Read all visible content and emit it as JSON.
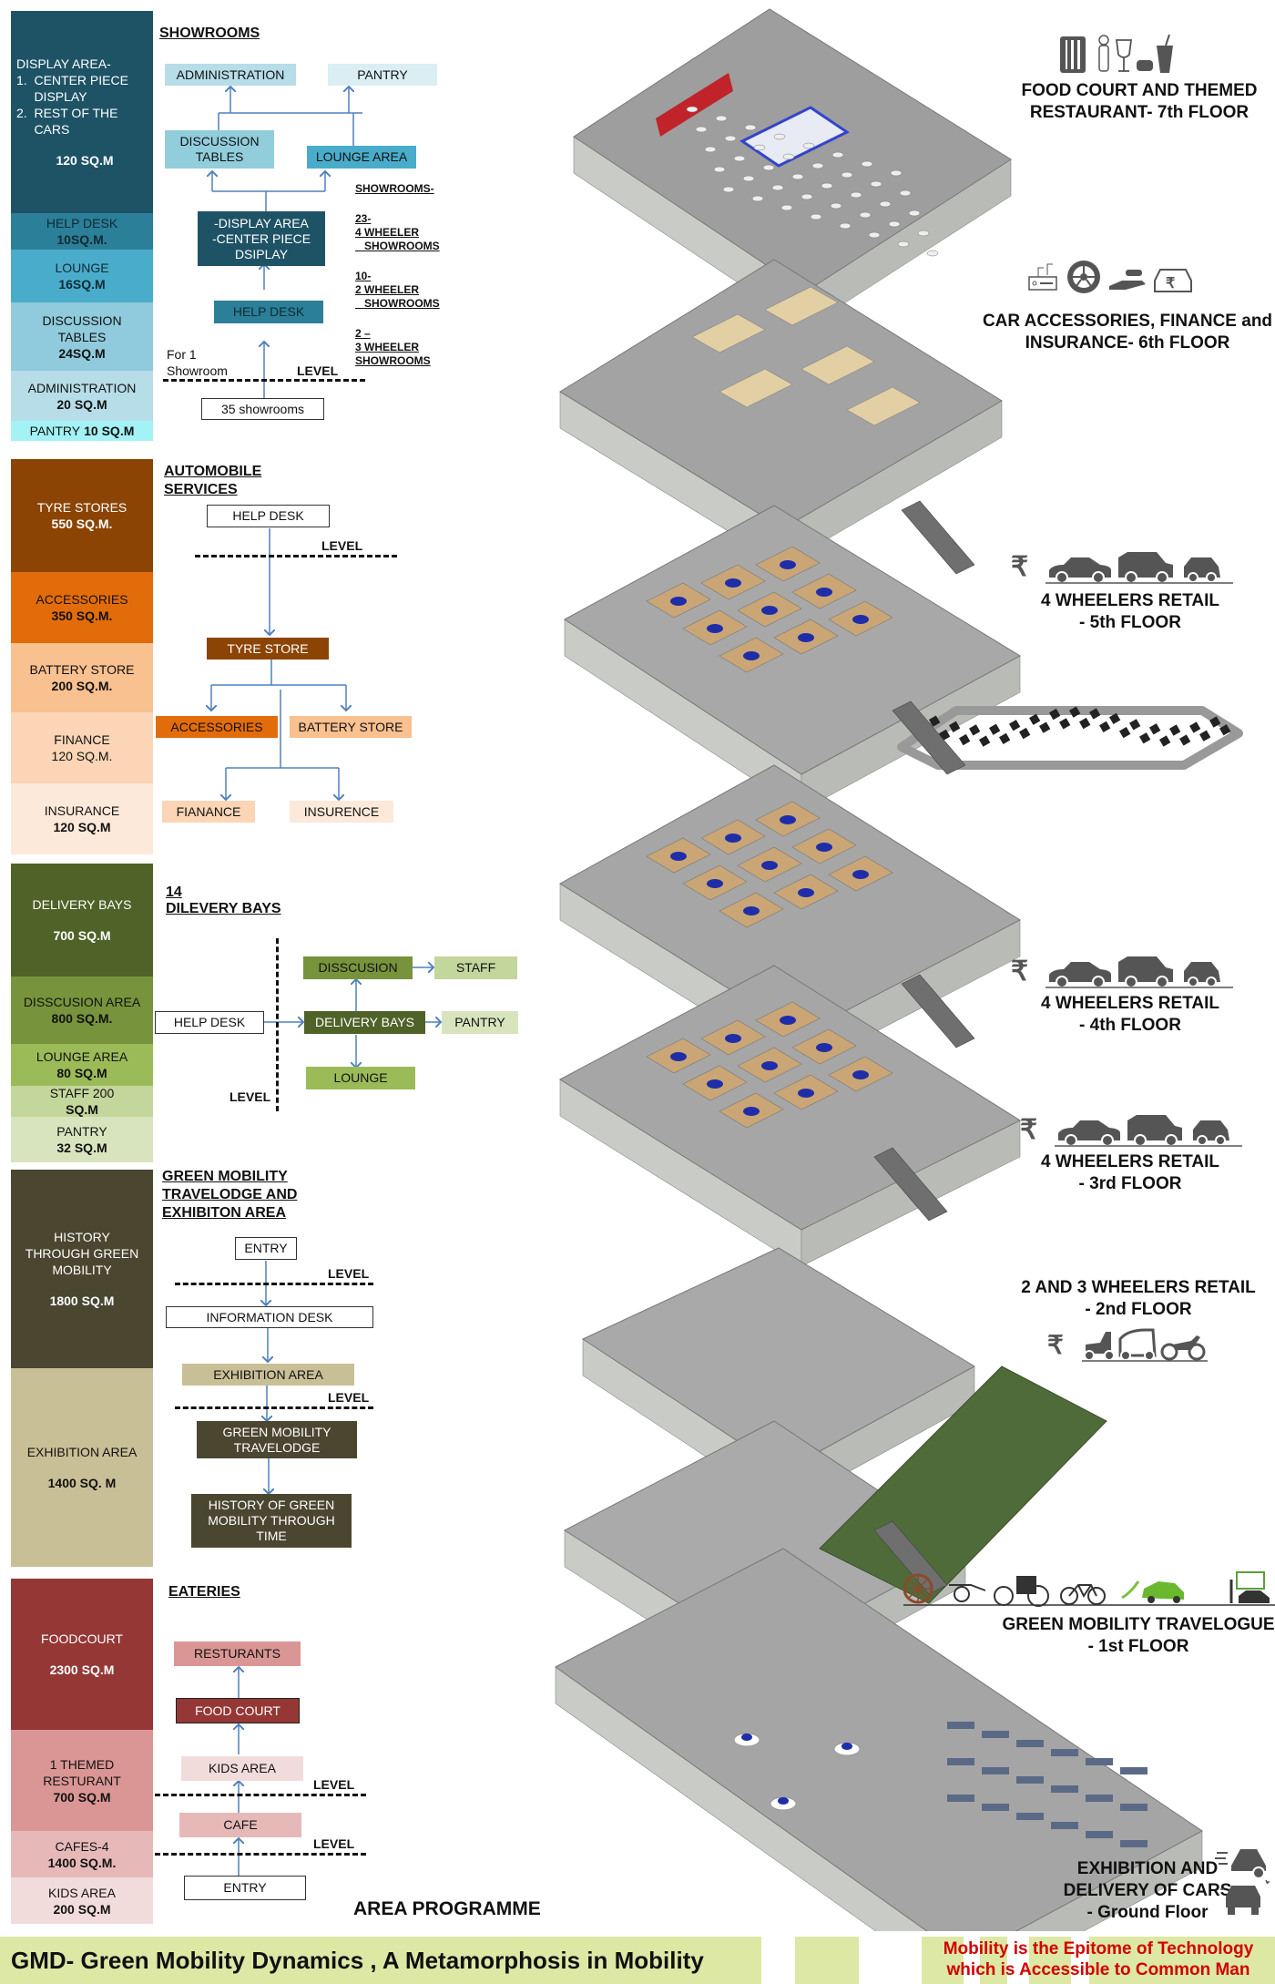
{
  "showrooms": {
    "title": "SHOWROOMS",
    "column": [
      {
        "name": "DISPLAY AREA-\n1.  CENTER PIECE\n     DISPLAY\n2.  REST OF THE\n     CARS",
        "area": "120 SQ.M",
        "color": "#1e5366",
        "text_color": "#ffffff"
      },
      {
        "name": "HELP DESK",
        "area": "10SQ.M.",
        "color": "#2b7f98",
        "text_color": "#0f2a33"
      },
      {
        "name": "LOUNGE",
        "area": "16SQ.M",
        "color": "#4aaccb",
        "text_color": "#0f2a33"
      },
      {
        "name": "DISCUSSION\nTABLES",
        "area": "24SQ.M",
        "color": "#8fcbdc",
        "text_color": "#1a1a1a"
      },
      {
        "name": "ADMINISTRATION",
        "area": "20 SQ.M",
        "color": "#b6dde8",
        "text_color": "#1a1a1a"
      },
      {
        "name": "PANTRY",
        "area": "10 SQ.M",
        "color": "#a3f2f5",
        "text_color": "#1a1a1a"
      }
    ],
    "flow": {
      "administration": "ADMINISTRATION",
      "pantry": "PANTRY",
      "discussion_tables": "DISCUSSION\nTABLES",
      "lounge_area": "LOUNGE AREA",
      "display_area": "-DISPLAY AREA\n-CENTER PIECE\nDSIPLAY",
      "help_desk": "HELP DESK",
      "count_box": "35 showrooms",
      "for_one": "For 1\nShowroom",
      "level": "LEVEL"
    },
    "breakdown": {
      "title": "SHOWROOMS-",
      "items": [
        {
          "count": "23-",
          "label": "4 WHEELER\n   SHOWROOMS"
        },
        {
          "count": "10-",
          "label": "2 WHEELER\n   SHOWROOMS"
        },
        {
          "count": "2 –",
          "label": "3 WHEELER\nSHOWROOMS"
        }
      ]
    }
  },
  "automobile_services": {
    "title": "AUTOMOBILE\nSERVICES",
    "column": [
      {
        "name": "TYRE STORES",
        "area": "550 SQ.M.",
        "color": "#8c4404",
        "text_color": "#ffffff"
      },
      {
        "name": "ACCESSORIES",
        "area": "350 SQ.M.",
        "color": "#e36c0a",
        "text_color": "#1a1a1a"
      },
      {
        "name": "BATTERY STORE",
        "area": "200 SQ.M.",
        "color": "#f9c090",
        "text_color": "#1a1a1a"
      },
      {
        "name": "FINANCE",
        "area": "120 SQ.M.",
        "area_bold": false,
        "color": "#fbd5b5",
        "text_color": "#1a1a1a"
      },
      {
        "name": "INSURANCE",
        "area": "120 SQ.M",
        "color": "#fde9d9",
        "text_color": "#1a1a1a"
      }
    ],
    "flow": {
      "help_desk": "HELP DESK",
      "level": "LEVEL",
      "tyre_store": "TYRE STORE",
      "accessories": "ACCESSORIES",
      "battery_store": "BATTERY STORE",
      "finance": "FIANANCE",
      "insurance": "INSURENCE"
    }
  },
  "delivery_bays": {
    "title_count": "14",
    "title": "DILEVERY BAYS",
    "column": [
      {
        "name": "DELIVERY BAYS",
        "area": "700 SQ.M",
        "color": "#4f6228",
        "text_color": "#ffffff",
        "gap": true
      },
      {
        "name": "DISSCUSION AREA",
        "area": "800 SQ.M.",
        "color": "#77933c",
        "text_color": "#1a1a1a"
      },
      {
        "name": "LOUNGE AREA",
        "area": "80 SQ.M",
        "color": "#9bbb59",
        "text_color": "#1a1a1a"
      },
      {
        "name": "STAFF 200",
        "area": "SQ.M",
        "color": "#c3d69b",
        "text_color": "#1a1a1a"
      },
      {
        "name": "PANTRY",
        "area": "32 SQ.M",
        "color": "#d7e4bd",
        "text_color": "#1a1a1a"
      }
    ],
    "flow": {
      "help_desk": "HELP DESK",
      "level": "LEVEL",
      "discussion": "DISSCUSION",
      "staff": "STAFF",
      "delivery_bays": "DELIVERY BAYS",
      "pantry": "PANTRY",
      "lounge": "LOUNGE"
    }
  },
  "green_mobility": {
    "title": "GREEN MOBILITY\nTRAVELODGE AND\nEXHIBITON AREA",
    "column": [
      {
        "name": "HISTORY\nTHROUGH GREEN\nMOBILITY",
        "area": "1800 SQ.M",
        "color": "#4a4630",
        "text_color": "#ffffff",
        "gap": true
      },
      {
        "name": "EXHIBITION AREA",
        "area": "1400 SQ. M",
        "color": "#c9bf97",
        "text_color": "#1a1a1a",
        "gap": true
      }
    ],
    "flow": {
      "entry": "ENTRY",
      "level": "LEVEL",
      "information_desk": "INFORMATION DESK",
      "exhibition_area": "EXHIBITION AREA",
      "travelodge": "GREEN MOBILITY\nTRAVELODGE",
      "history": "HISTORY OF GREEN\nMOBILITY THROUGH\nTIME"
    }
  },
  "eateries": {
    "title": "EATERIES",
    "column": [
      {
        "name": "FOODCOURT",
        "area": "2300 SQ.M",
        "color": "#953735",
        "text_color": "#ffffff",
        "gap": true
      },
      {
        "name": "1 THEMED\nRESTURANT",
        "area": "700 SQ.M",
        "color": "#d99694",
        "text_color": "#1a1a1a"
      },
      {
        "name": "CAFES-4",
        "area": "1400 SQ.M.",
        "color": "#e6b9b8",
        "text_color": "#1a1a1a"
      },
      {
        "name": "KIDS AREA",
        "area": "200 SQ.M",
        "color": "#f2dcdb",
        "text_color": "#1a1a1a"
      }
    ],
    "flow": {
      "restaurants": "RESTURANTS",
      "food_court": "FOOD COURT",
      "kids_area": "KIDS AREA",
      "cafe": "CAFE",
      "entry": "ENTRY",
      "level": "LEVEL"
    }
  },
  "area_programme_label": "AREA PROGRAMME",
  "floors": [
    {
      "label": "FOOD COURT AND THEMED\nRESTAURANT- 7th FLOOR",
      "icons": [
        "cutlery-icon",
        "chef-icon",
        "wine-glass-icon",
        "burger-drink-icon"
      ]
    },
    {
      "label": "CAR ACCESSORIES, FINANCE and\nINSURANCE- 6th FLOOR",
      "icons": [
        "car-stereo-icon",
        "wheel-icon",
        "hand-car-icon",
        "car-finance-icon"
      ]
    },
    {
      "label": "4 WHEELERS RETAIL\n- 5th FLOOR",
      "icons": [
        "rupee-icon",
        "sedan-icon",
        "suv-icon",
        "hatchback-icon"
      ]
    },
    {
      "label": "4 WHEELERS RETAIL\n- 4th FLOOR",
      "icons": [
        "rupee-icon",
        "sedan-icon",
        "suv-icon",
        "hatchback-icon"
      ]
    },
    {
      "label": "4 WHEELERS RETAIL\n- 3rd FLOOR",
      "icons": [
        "rupee-icon",
        "sedan-icon",
        "suv-icon",
        "hatchback-icon"
      ]
    },
    {
      "label": "2 AND 3 WHEELERS RETAIL\n- 2nd FLOOR",
      "icons": [
        "rupee-icon",
        "scooter-icon",
        "auto-rickshaw-icon",
        "motorcycle-icon"
      ]
    },
    {
      "label": "GREEN MOBILITY TRAVELOGUE\n- 1st FLOOR",
      "icons": [
        "wooden-wheel-icon",
        "cart-icon",
        "carriage-icon",
        "bicycle-icon",
        "electric-car-icon",
        "charging-station-icon"
      ]
    },
    {
      "label": "EXHIBITION AND\nDELIVERY OF CARS\n- Ground Floor",
      "icons": [
        "fast-car-icon",
        "shiny-car-icon"
      ]
    }
  ],
  "footer": {
    "title": "GMD- Green Mobility Dynamics , A Metamorphosis in Mobility",
    "tagline": "Mobility is the Epitome of Technology\nwhich is Accessible to Common Man",
    "bar_color": "#dde8a5",
    "tagline_color": "#d40000"
  }
}
